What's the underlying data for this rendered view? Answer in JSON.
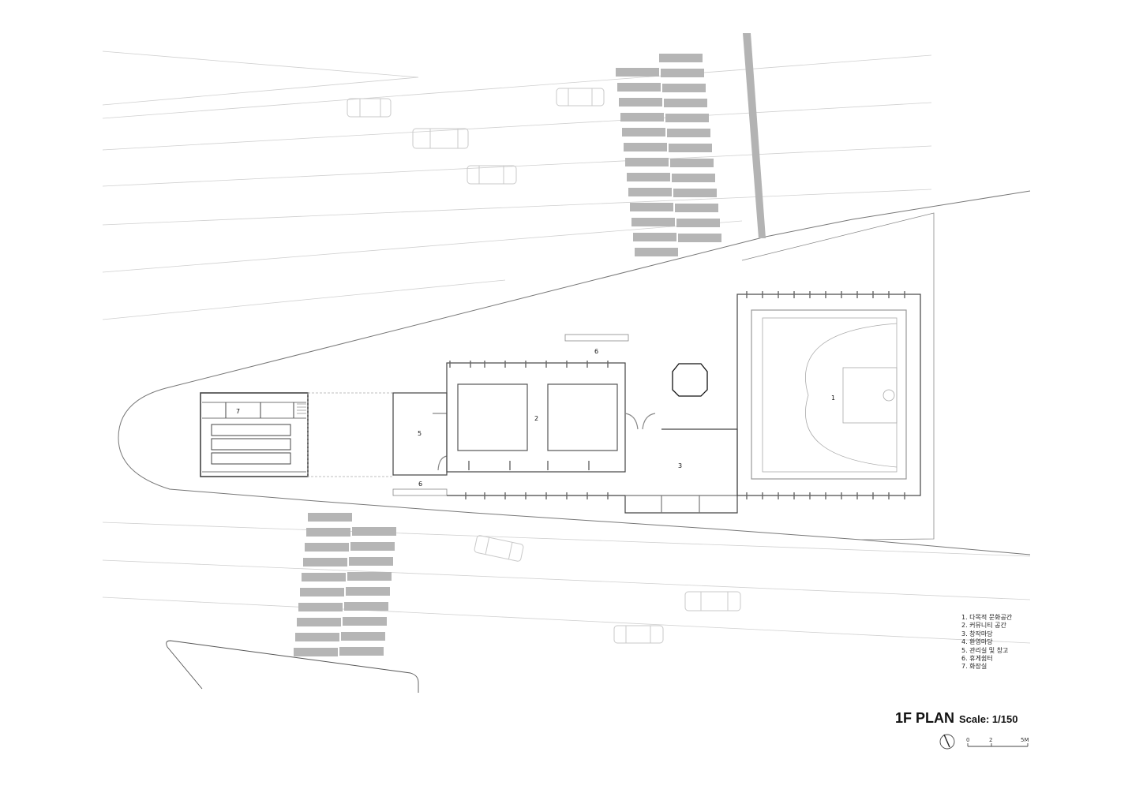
{
  "plan": {
    "title": "1F PLAN",
    "scale": "Scale: 1/150",
    "room_labels": {
      "r1": "1",
      "r2": "2",
      "r3": "3",
      "r5": "5",
      "r6a": "6",
      "r6b": "6",
      "r7": "7"
    },
    "legend": [
      "1. 다목적 문화공간",
      "2. 커뮤니티 공간",
      "3. 창작마당",
      "4. 환영마당",
      "5. 관리실 및 창고",
      "6. 휴게쉼터",
      "7. 화장실"
    ],
    "scale_bar": {
      "t0": "0",
      "t1": "2",
      "t2": "5M"
    },
    "icons": [
      "north-arrow-icon",
      "car-icon",
      "crosswalk-icon"
    ],
    "colors": {
      "line": "#555555",
      "road": "#cccccc",
      "crosswalk": "#b5b5b5",
      "text": "#111111"
    }
  }
}
